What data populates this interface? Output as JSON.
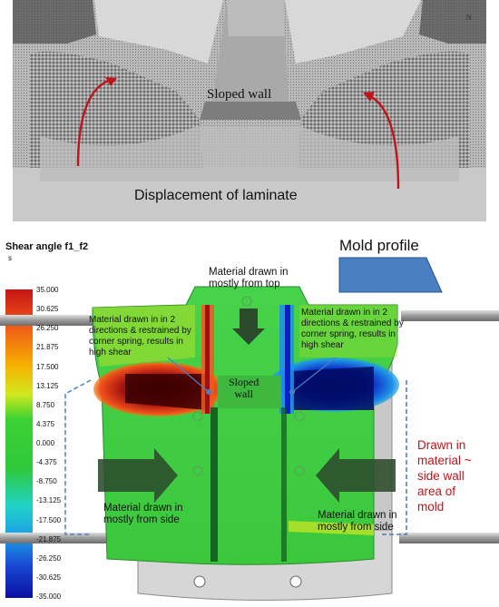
{
  "top": {
    "sloped_wall": "Sloped wall",
    "displacement": "Displacement of laminate",
    "corner_mark": "N"
  },
  "legend": {
    "title": "Shear angle f1_f2",
    "unit": "s",
    "ticks": [
      "35.000",
      "30.625",
      "26.250",
      "21.875",
      "17.500",
      "13.125",
      "8.750",
      "4.375",
      "0.000",
      "-4.375",
      "-8.750",
      "-13.125",
      "-17.500",
      "-21.875",
      "-26.250",
      "-30.625",
      "-35.000"
    ]
  },
  "mold": {
    "title": "Mold profile",
    "color": "#4a7fc1"
  },
  "annotations": {
    "top_center": [
      "Material drawn in",
      "mostly from top"
    ],
    "left_shear": [
      "Material drawn in in 2",
      "directions & restrained by",
      "corner spring, results in",
      "high shear"
    ],
    "right_shear": [
      "Material drawn in in 2",
      "directions & restrained by",
      "corner spring, results in",
      "high shear"
    ],
    "sloped_wall": [
      "Sloped",
      "wall"
    ],
    "left_side": [
      "Material drawn in",
      "mostly from side"
    ],
    "right_side": [
      "Material drawn in",
      "mostly from side"
    ],
    "drawn_in": [
      "Drawn in",
      "material ~",
      "side wall",
      "area of",
      "mold"
    ]
  },
  "colors": {
    "accent_red": "#c0141c",
    "annotation_blue": "#4a7fc1",
    "arrow": "#2c4a2c"
  }
}
